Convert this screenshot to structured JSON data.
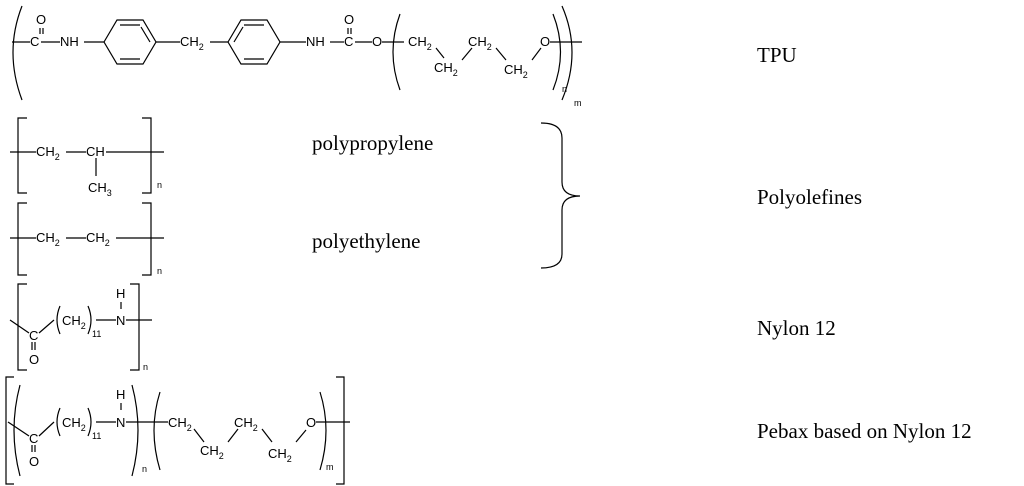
{
  "labels": {
    "tpu": "TPU",
    "polypropylene": "polypropylene",
    "polyethylene": "polyethylene",
    "polyolefines": "Polyolefines",
    "nylon12": "Nylon 12",
    "pebax": "Pebax based on Nylon 12"
  },
  "chem": {
    "o": "O",
    "c": "C",
    "nh": "NH",
    "n": "N",
    "h": "H",
    "ch2": "CH",
    "ch": "CH",
    "ch3": "CH",
    "sub2": "2",
    "sub3": "3",
    "sub11": "11",
    "idx_n": "n",
    "idx_m": "m"
  }
}
